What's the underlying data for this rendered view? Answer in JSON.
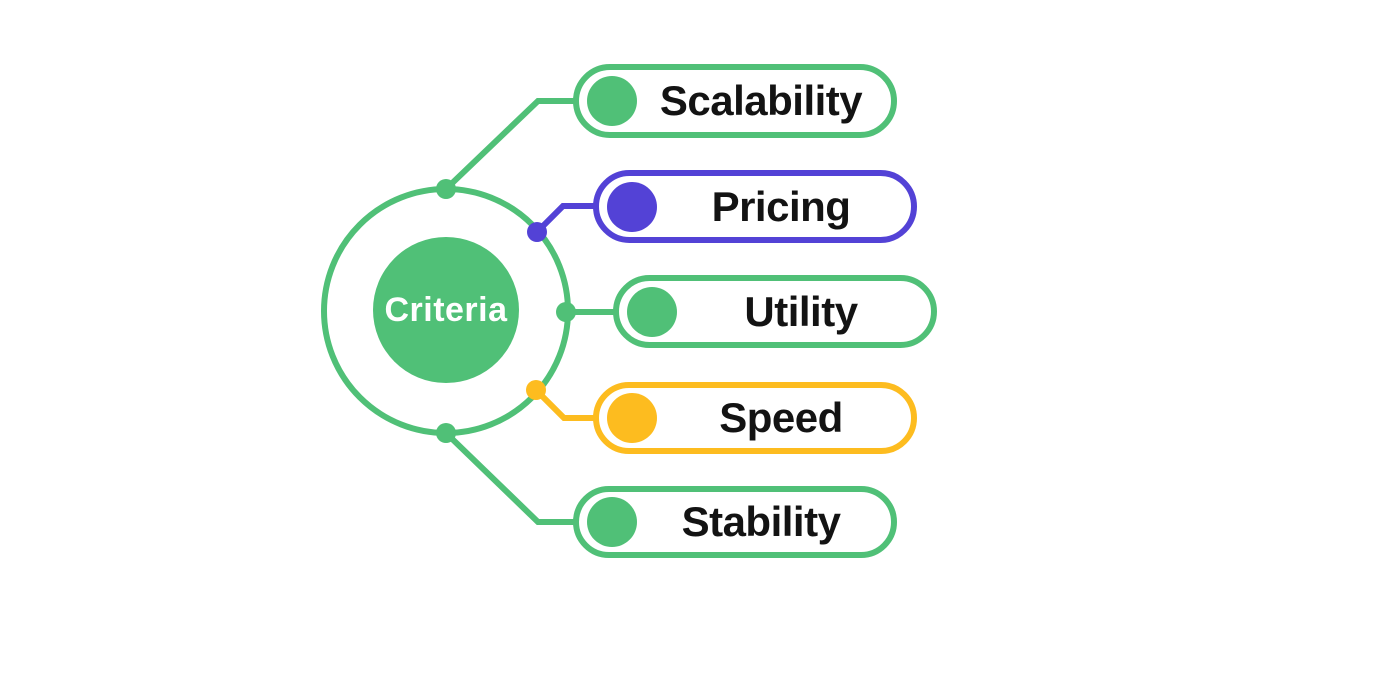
{
  "diagram": {
    "type": "radial-mindmap",
    "center": {
      "label": "Criteria",
      "fill": "#50c077",
      "text_color": "#ffffff"
    },
    "branches": [
      {
        "label": "Scalability",
        "color": "#50c077"
      },
      {
        "label": "Pricing",
        "color": "#5342d6"
      },
      {
        "label": "Utility",
        "color": "#50c077"
      },
      {
        "label": "Speed",
        "color": "#fdbc1f"
      },
      {
        "label": "Stability",
        "color": "#50c077"
      }
    ]
  },
  "colors": {
    "green": "#50c077",
    "purple": "#5342d6",
    "yellow": "#fdbc1f",
    "ring": "#50c077",
    "label_text": "#131313",
    "background": "#ffffff"
  }
}
